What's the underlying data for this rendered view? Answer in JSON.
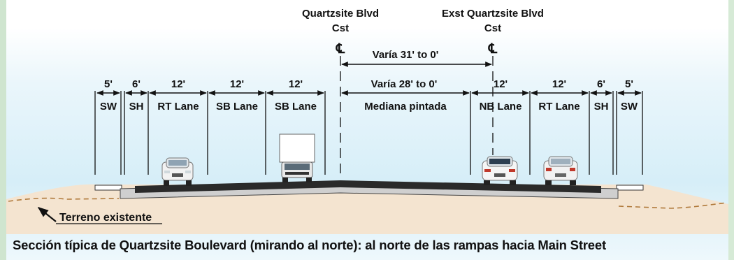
{
  "centerlines": [
    {
      "name_line1": "Quartzsite Blvd",
      "name_line2": "Cst",
      "symbol": "℄"
    },
    {
      "name_line1": "Exst Quartzsite Blvd",
      "name_line2": "Cst",
      "symbol": "℄"
    }
  ],
  "offset_dimension": "Varía 31' to 0'",
  "segments": [
    {
      "width": "5'",
      "label": "SW"
    },
    {
      "width": "6'",
      "label": "SH"
    },
    {
      "width": "12'",
      "label": "RT Lane"
    },
    {
      "width": "12'",
      "label": "SB Lane"
    },
    {
      "width": "12'",
      "label": "SB Lane"
    },
    {
      "width": "Varía 28' to 0'",
      "label": "Mediana pintada"
    },
    {
      "width": "12'",
      "label": "NB Lane"
    },
    {
      "width": "12'",
      "label": "RT Lane"
    },
    {
      "width": "6'",
      "label": "SH"
    },
    {
      "width": "5'",
      "label": "SW"
    }
  ],
  "terrain_label": "Terreno existente",
  "caption": "Sección típica de Quartzsite Boulevard (mirando al norte): al norte de las rampas hacia Main Street",
  "colors": {
    "pavement": "#2a2a2a",
    "terrain": "#f3e3cf",
    "dimension": "#111111"
  }
}
